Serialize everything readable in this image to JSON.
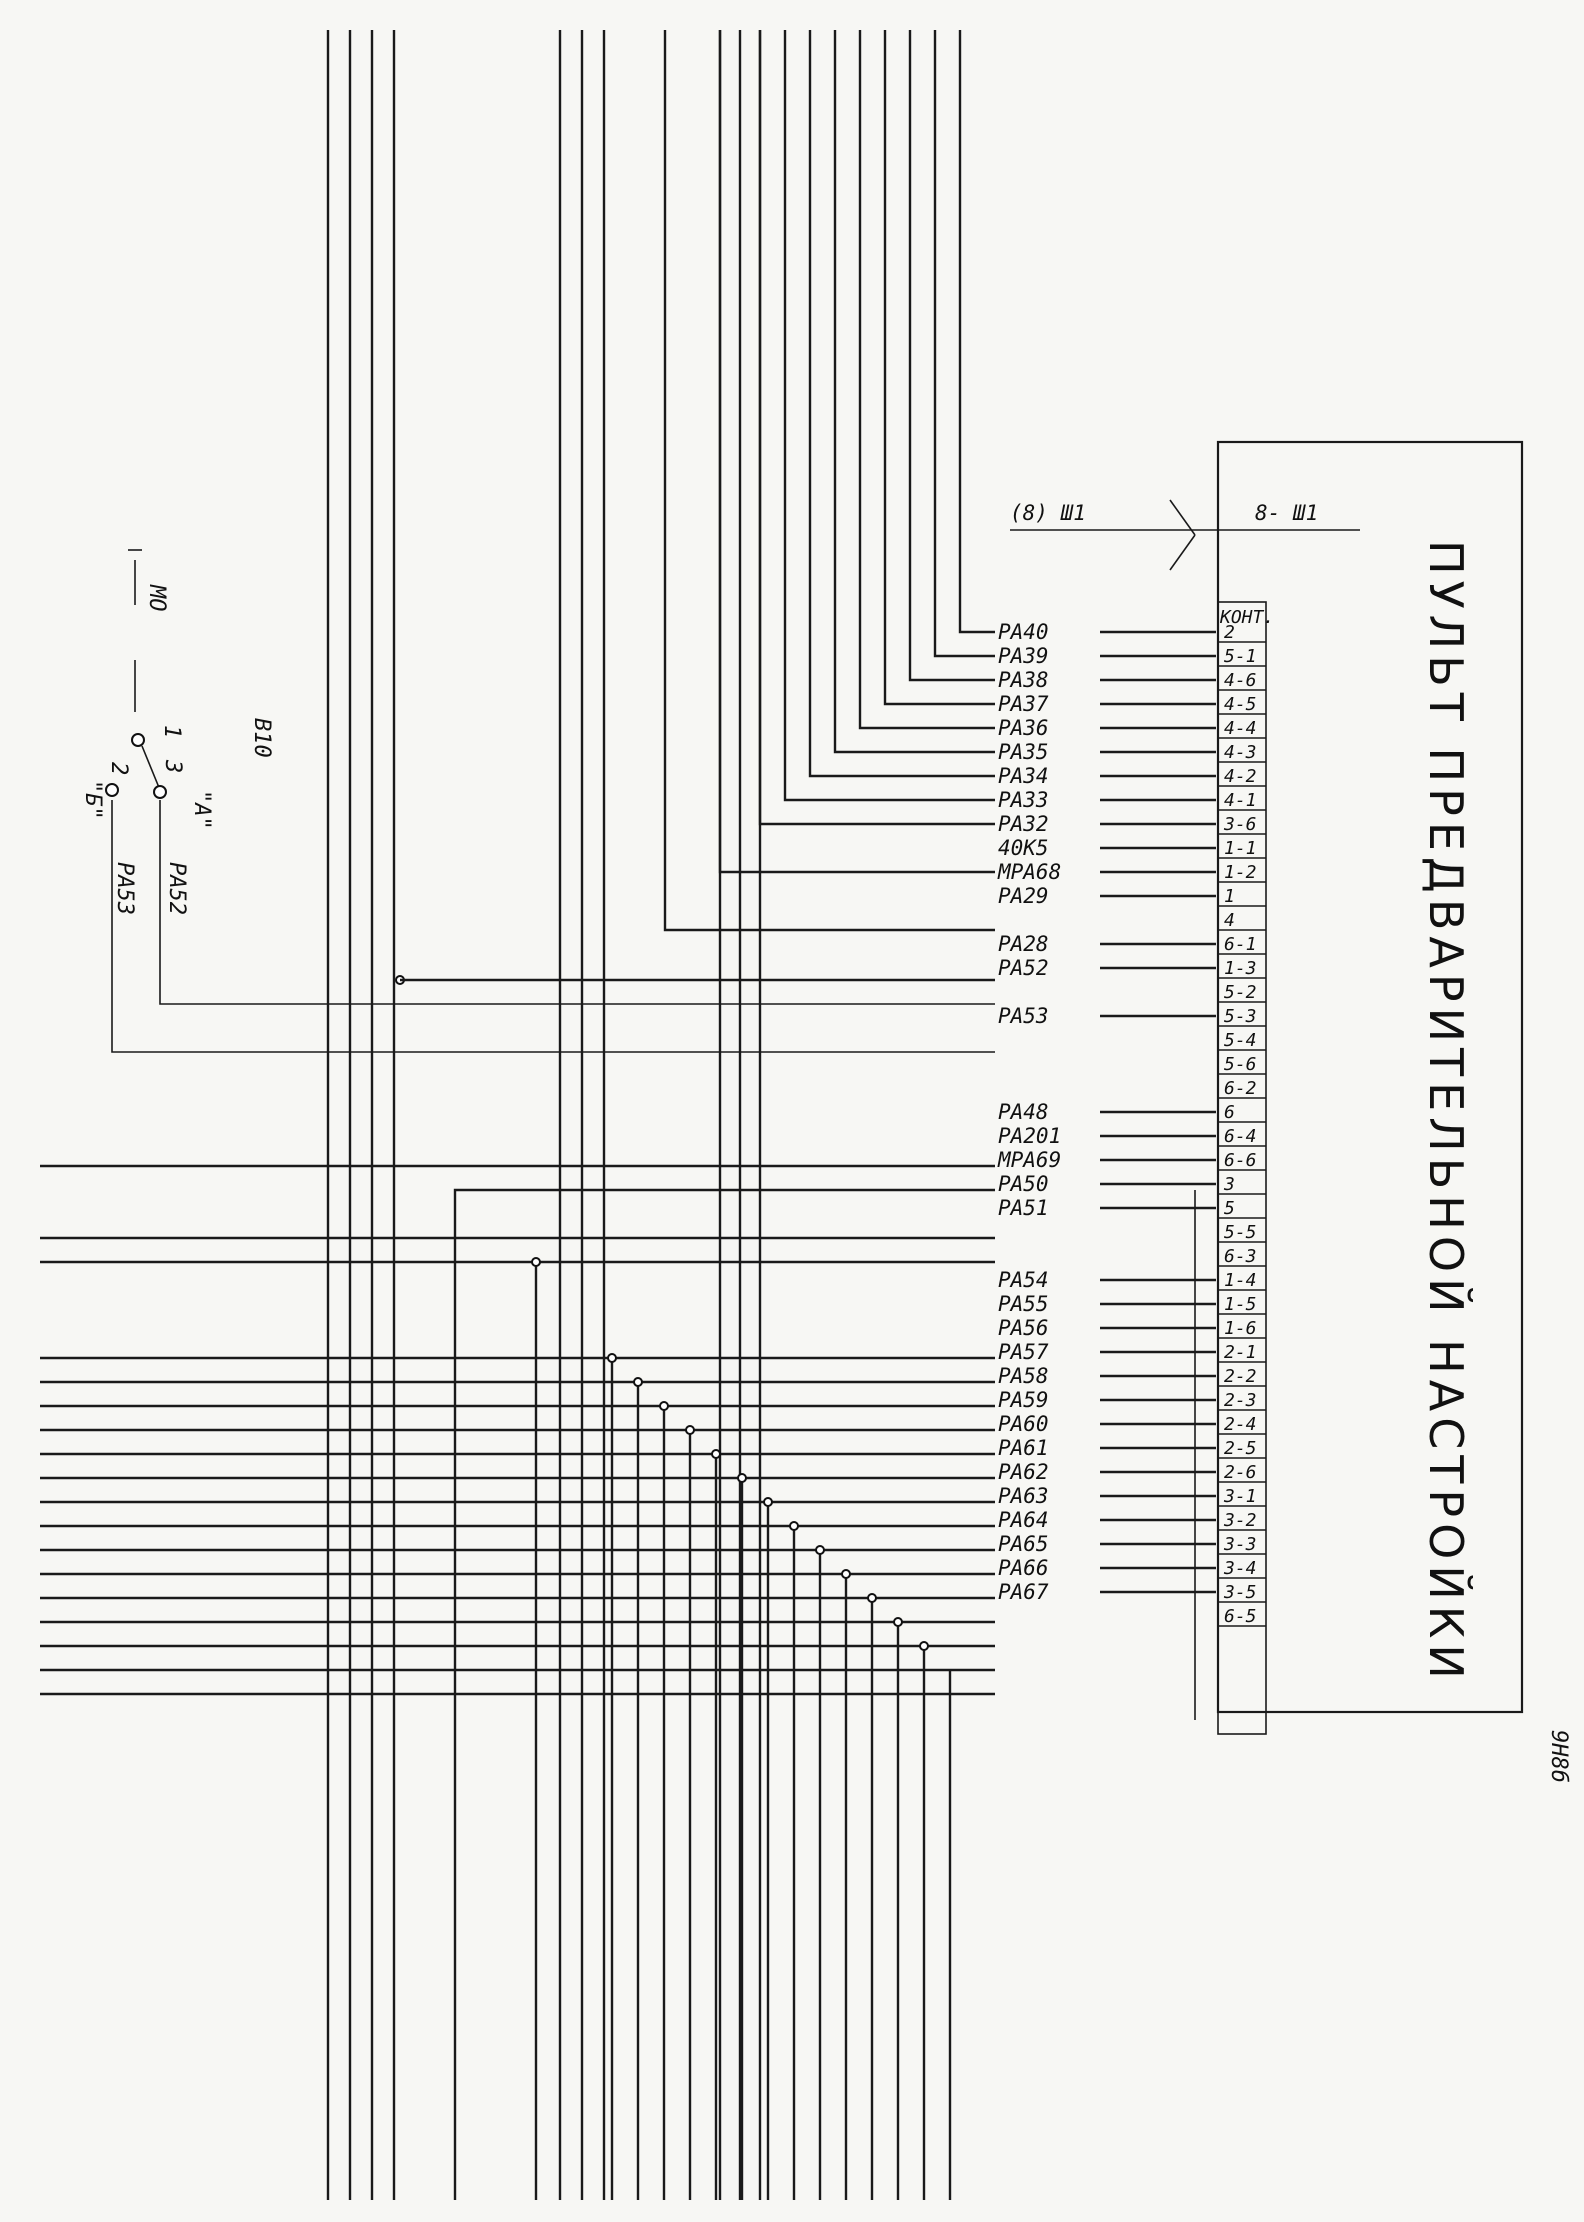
{
  "panel_title": "ПУЛЬТ ПРЕДВАРИТЕЛЬНОЙ НАСТРОЙКИ",
  "cable_left": "(8) Ш1",
  "cable_right": "8- Ш1",
  "contact_header": "КОНТ.",
  "sheet_code": "9Н8б",
  "switch": {
    "ref": "В10",
    "common": "МО",
    "pos1": "1",
    "pos2": "2",
    "pos3": "3",
    "label_a": "\"А\"",
    "label_b": "\"Б\"",
    "out_a": "РА52",
    "out_b": "РА53"
  },
  "rows": [
    {
      "signal": "РА40",
      "contact": "2"
    },
    {
      "signal": "РА39",
      "contact": "5-1"
    },
    {
      "signal": "РА38",
      "contact": "4-6"
    },
    {
      "signal": "РА37",
      "contact": "4-5"
    },
    {
      "signal": "РА36",
      "contact": "4-4"
    },
    {
      "signal": "РА35",
      "contact": "4-3"
    },
    {
      "signal": "РА34",
      "contact": "4-2"
    },
    {
      "signal": "РА33",
      "contact": "4-1"
    },
    {
      "signal": "РА32",
      "contact": "3-6"
    },
    {
      "signal": "40К5",
      "contact": "1-1"
    },
    {
      "signal": "МРА68",
      "contact": "1-2"
    },
    {
      "signal": "РА29",
      "contact": "1"
    },
    {
      "signal": "",
      "contact": "4"
    },
    {
      "signal": "РА28",
      "contact": "6-1"
    },
    {
      "signal": "РА52",
      "contact": "1-3"
    },
    {
      "signal": "",
      "contact": "5-2"
    },
    {
      "signal": "РА53",
      "contact": "5-3"
    },
    {
      "signal": "",
      "contact": "5-4"
    },
    {
      "signal": "",
      "contact": "5-6"
    },
    {
      "signal": "",
      "contact": "6-2"
    },
    {
      "signal": "РА48",
      "contact": "6"
    },
    {
      "signal": "РА201",
      "contact": "6-4"
    },
    {
      "signal": "МРА69",
      "contact": "6-6"
    },
    {
      "signal": "РА50",
      "contact": "3"
    },
    {
      "signal": "РА51",
      "contact": "5"
    },
    {
      "signal": "",
      "contact": "5-5"
    },
    {
      "signal": "",
      "contact": "6-3"
    },
    {
      "signal": "РА54",
      "contact": "1-4"
    },
    {
      "signal": "РА55",
      "contact": "1-5"
    },
    {
      "signal": "РА56",
      "contact": "1-6"
    },
    {
      "signal": "РА57",
      "contact": "2-1"
    },
    {
      "signal": "РА58",
      "contact": "2-2"
    },
    {
      "signal": "РА59",
      "contact": "2-3"
    },
    {
      "signal": "РА60",
      "contact": "2-4"
    },
    {
      "signal": "РА61",
      "contact": "2-5"
    },
    {
      "signal": "РА62",
      "contact": "2-6"
    },
    {
      "signal": "РА63",
      "contact": "3-1"
    },
    {
      "signal": "РА64",
      "contact": "3-2"
    },
    {
      "signal": "РА65",
      "contact": "3-3"
    },
    {
      "signal": "РА66",
      "contact": "3-4"
    },
    {
      "signal": "РА67",
      "contact": "3-5"
    },
    {
      "signal": "",
      "contact": "6-5"
    }
  ]
}
